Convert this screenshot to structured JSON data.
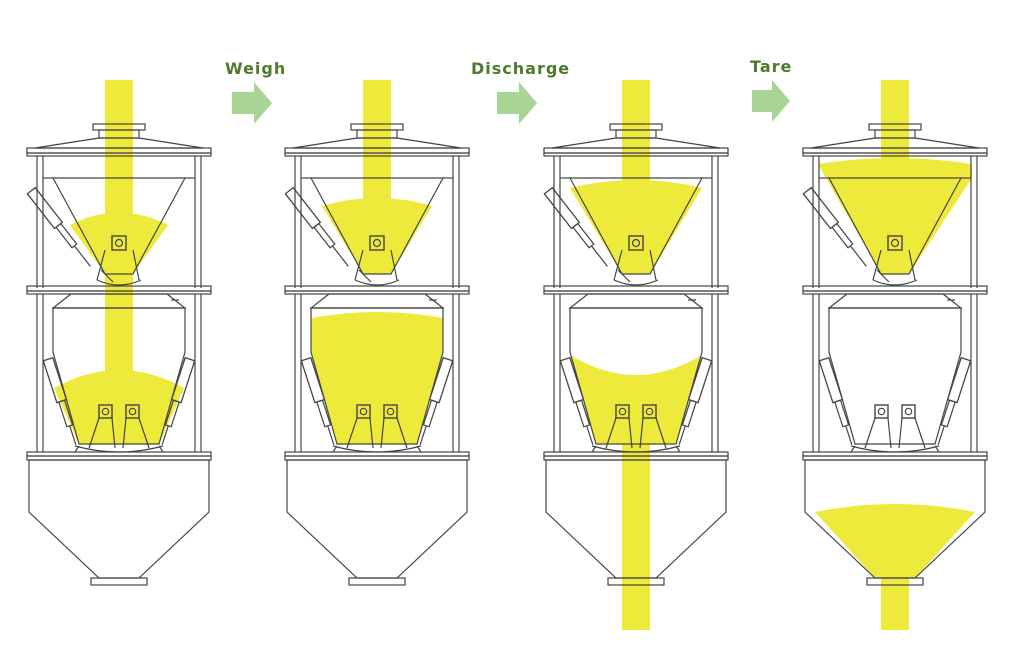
{
  "steps": [
    {
      "label": "Weigh"
    },
    {
      "label": "Discharge"
    },
    {
      "label": "Tare"
    }
  ],
  "colors": {
    "material": "#eeea3c",
    "line": "#444444",
    "label": "#4e7a2c",
    "arrow": "#a8d496"
  },
  "icons": [
    "arrow-right-icon",
    "valve-actuator-icon"
  ]
}
